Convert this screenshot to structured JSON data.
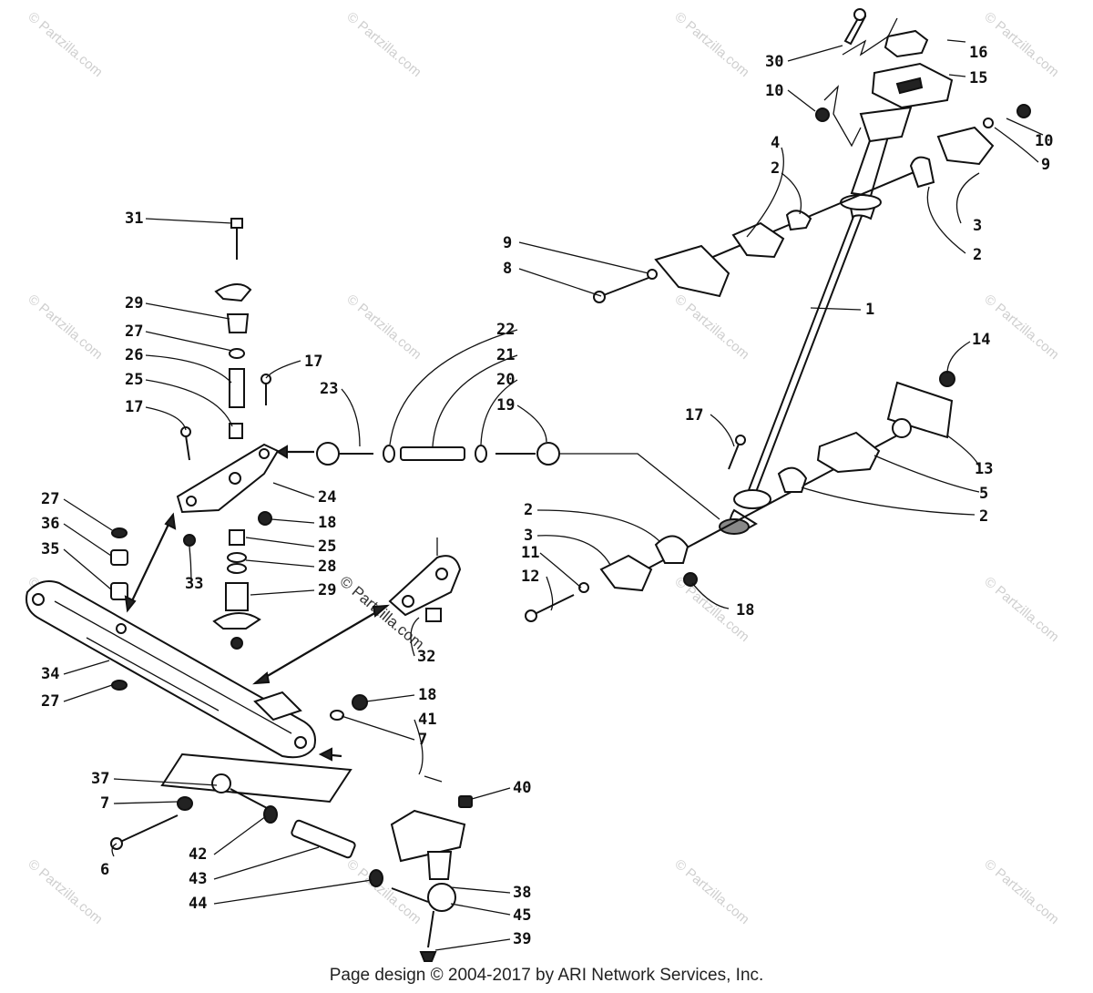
{
  "footer": "Page design © 2004-2017 by ARI Network Services, Inc.",
  "watermark": "© Partzilla.com",
  "callouts": [
    {
      "id": "c30",
      "text": "30"
    },
    {
      "id": "c16",
      "text": "16"
    },
    {
      "id": "c15",
      "text": "15"
    },
    {
      "id": "c10a",
      "text": "10"
    },
    {
      "id": "c10b",
      "text": "10"
    },
    {
      "id": "c9a",
      "text": "9"
    },
    {
      "id": "c4",
      "text": "4"
    },
    {
      "id": "c2a",
      "text": "2"
    },
    {
      "id": "c3a",
      "text": "3"
    },
    {
      "id": "c2b",
      "text": "2"
    },
    {
      "id": "c9b",
      "text": "9"
    },
    {
      "id": "c8",
      "text": "8"
    },
    {
      "id": "c1",
      "text": "1"
    },
    {
      "id": "c14",
      "text": "14"
    },
    {
      "id": "c13",
      "text": "13"
    },
    {
      "id": "c5",
      "text": "5"
    },
    {
      "id": "c2c",
      "text": "2"
    },
    {
      "id": "c17c",
      "text": "17"
    },
    {
      "id": "c2d",
      "text": "2"
    },
    {
      "id": "c3b",
      "text": "3"
    },
    {
      "id": "c11",
      "text": "11"
    },
    {
      "id": "c12",
      "text": "12"
    },
    {
      "id": "c18c",
      "text": "18"
    },
    {
      "id": "c31",
      "text": "31"
    },
    {
      "id": "c29a",
      "text": "29"
    },
    {
      "id": "c27a",
      "text": "27"
    },
    {
      "id": "c26",
      "text": "26"
    },
    {
      "id": "c25a",
      "text": "25"
    },
    {
      "id": "c17a",
      "text": "17"
    },
    {
      "id": "c17b",
      "text": "17"
    },
    {
      "id": "c23",
      "text": "23"
    },
    {
      "id": "c22",
      "text": "22"
    },
    {
      "id": "c21",
      "text": "21"
    },
    {
      "id": "c20",
      "text": "20"
    },
    {
      "id": "c19",
      "text": "19"
    },
    {
      "id": "c24",
      "text": "24"
    },
    {
      "id": "c18a",
      "text": "18"
    },
    {
      "id": "c25b",
      "text": "25"
    },
    {
      "id": "c28",
      "text": "28"
    },
    {
      "id": "c29b",
      "text": "29"
    },
    {
      "id": "c33",
      "text": "33"
    },
    {
      "id": "c27b",
      "text": "27"
    },
    {
      "id": "c36",
      "text": "36"
    },
    {
      "id": "c35",
      "text": "35"
    },
    {
      "id": "c34",
      "text": "34"
    },
    {
      "id": "c27c",
      "text": "27"
    },
    {
      "id": "c32",
      "text": "32"
    },
    {
      "id": "c18b",
      "text": "18"
    },
    {
      "id": "c41",
      "text": "41"
    },
    {
      "id": "c7a",
      "text": "7"
    },
    {
      "id": "c37",
      "text": "37"
    },
    {
      "id": "c7b",
      "text": "7"
    },
    {
      "id": "c6",
      "text": "6"
    },
    {
      "id": "c40",
      "text": "40"
    },
    {
      "id": "c42",
      "text": "42"
    },
    {
      "id": "c43",
      "text": "43"
    },
    {
      "id": "c44",
      "text": "44"
    },
    {
      "id": "c38",
      "text": "38"
    },
    {
      "id": "c45",
      "text": "45"
    },
    {
      "id": "c39",
      "text": "39"
    }
  ]
}
